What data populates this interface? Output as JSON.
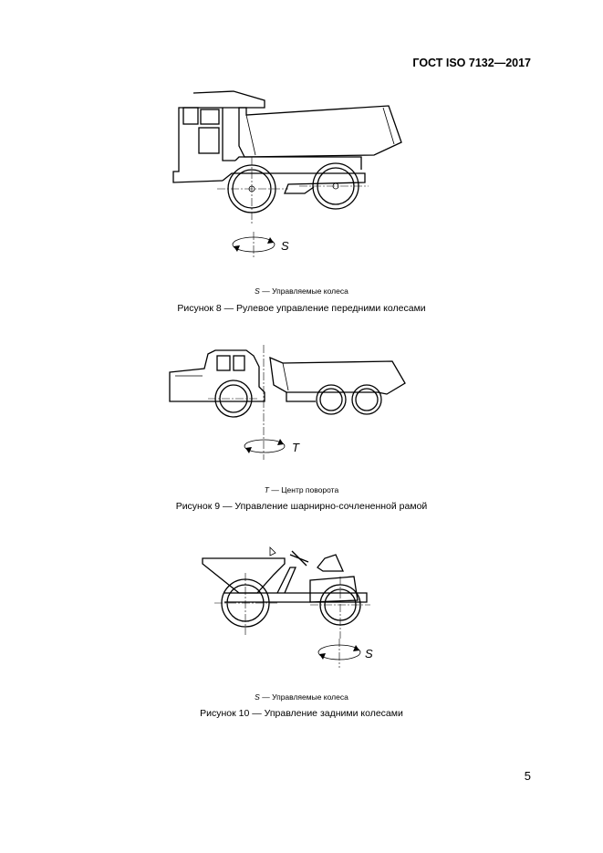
{
  "header": {
    "standard": "ГОСТ ISO 7132—2017"
  },
  "figures": [
    {
      "symbol": "S",
      "legend_symbol": "S",
      "legend_text": "— Управляемые колеса",
      "caption": "Рисунок 8 — Рулевое управление передними колесами"
    },
    {
      "symbol": "T",
      "legend_symbol": "T",
      "legend_text": "— Центр поворота",
      "caption": "Рисунок 9 — Управление шарнирно-сочлененной рамой"
    },
    {
      "symbol": "S",
      "legend_symbol": "S",
      "legend_text": "— Управляемые колеса",
      "caption": "Рисунок 10 — Управление задними колесами"
    }
  ],
  "footer": {
    "page_number": "5"
  }
}
